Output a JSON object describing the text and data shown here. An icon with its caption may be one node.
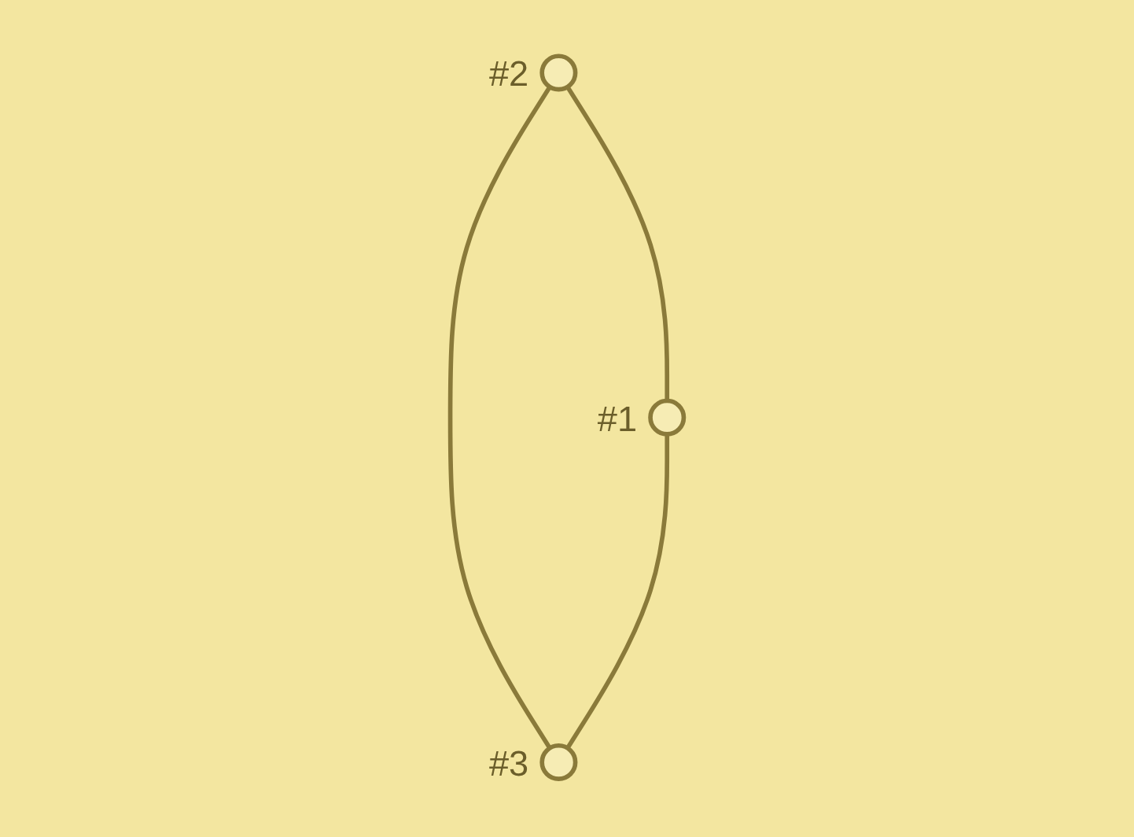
{
  "diagram": {
    "nodes": [
      {
        "text": [],
        "shape": "circle",
        "beside": [
          "#2"
        ]
      },
      {
        "text": [],
        "shape": "circle",
        "beside": [
          "#1"
        ]
      },
      {
        "text": [],
        "shape": "circle",
        "beside": [
          "#3"
        ]
      }
    ],
    "edges": [
      {
        "from": 0,
        "to": 1,
        "arrow": "none"
      },
      {
        "from": 0,
        "to": 2,
        "arrow": "none"
      },
      {
        "from": 1,
        "to": 2,
        "arrow": "none"
      }
    ]
  }
}
